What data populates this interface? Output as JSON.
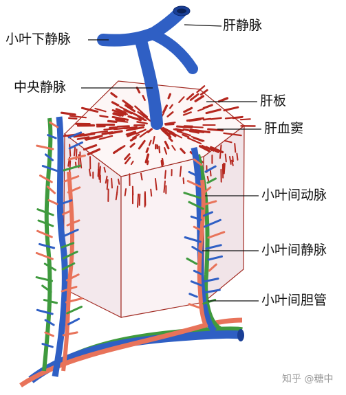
{
  "labels": {
    "sublobular_vein": "小叶下静脉",
    "hepatic_vein": "肝静脉",
    "central_vein": "中央静脉",
    "hepatic_plate": "肝板",
    "hepatic_sinusoid": "肝血窦",
    "interlobular_artery": "小叶间动脉",
    "interlobular_vein": "小叶间静脉",
    "interlobular_bile_duct": "小叶间胆管"
  },
  "watermark": "知乎 @糖中",
  "colors": {
    "vein": "#2f5fc4",
    "vein_dark": "#1a3f96",
    "artery": "#e8735a",
    "artery_dark": "#b8432c",
    "bile_duct": "#3f9a3e",
    "lobule_face": "#f7eef0",
    "lobule_face_dark": "#efe2e6",
    "sinusoid": "#b5271f"
  }
}
